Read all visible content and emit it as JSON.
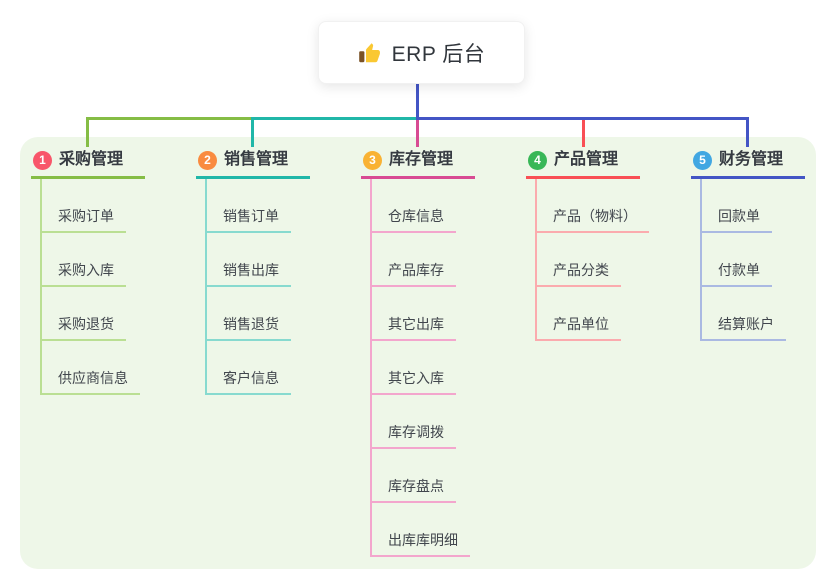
{
  "root": {
    "label": "ERP 后台",
    "icon": "thumbs-up-icon",
    "icon_colors": {
      "hand": "#fac832",
      "cuff": "#7a5226"
    }
  },
  "connector_color": "#4355c5",
  "panel_color": "#eef7e8",
  "branches": [
    {
      "index": "1",
      "title": "采购管理",
      "badge_color": "#f8566a",
      "line_color": "#85bd45",
      "child_line_color": "#badf93",
      "children": [
        "采购订单",
        "采购入库",
        "采购退货",
        "供应商信息"
      ]
    },
    {
      "index": "2",
      "title": "销售管理",
      "badge_color": "#f98b3f",
      "line_color": "#20b7a8",
      "child_line_color": "#87dacf",
      "children": [
        "销售订单",
        "销售出库",
        "销售退货",
        "客户信息"
      ]
    },
    {
      "index": "3",
      "title": "库存管理",
      "badge_color": "#f9b233",
      "line_color": "#d84b93",
      "child_line_color": "#f3a6cd",
      "children": [
        "仓库信息",
        "产品库存",
        "其它出库",
        "其它入库",
        "库存调拨",
        "库存盘点",
        "出库库明细"
      ]
    },
    {
      "index": "4",
      "title": "产品管理",
      "badge_color": "#38b757",
      "line_color": "#f94f55",
      "child_line_color": "#fbabae",
      "children": [
        "产品（物料）",
        "产品分类",
        "产品单位"
      ]
    },
    {
      "index": "5",
      "title": "财务管理",
      "badge_color": "#41a7e2",
      "line_color": "#4355c5",
      "child_line_color": "#aab9e2",
      "children": [
        "回款单",
        "付款单",
        "结算账户"
      ]
    }
  ]
}
